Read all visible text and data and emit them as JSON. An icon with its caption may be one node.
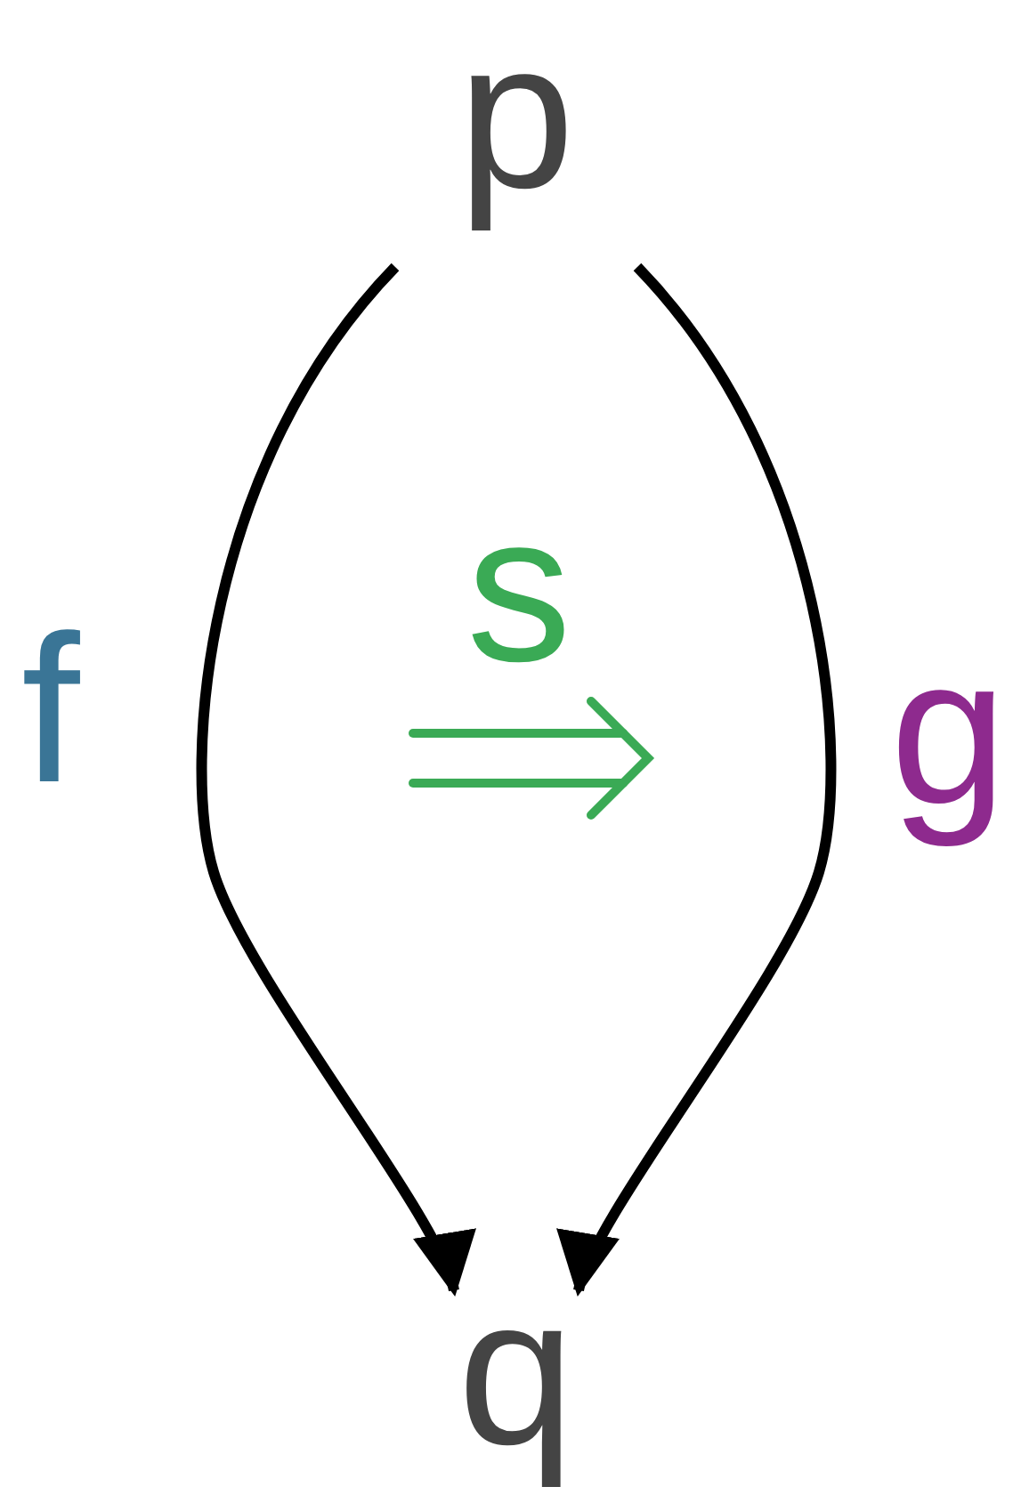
{
  "diagram": {
    "nodes": [
      {
        "text": [
          "p"
        ]
      },
      {
        "text": [
          "q"
        ]
      }
    ],
    "edges": [
      {
        "from": 0,
        "to": 1,
        "arrow": "to",
        "label": "f"
      },
      {
        "from": 0,
        "to": 1,
        "arrow": "to",
        "label": "g"
      }
    ],
    "labels": [
      "s"
    ]
  }
}
